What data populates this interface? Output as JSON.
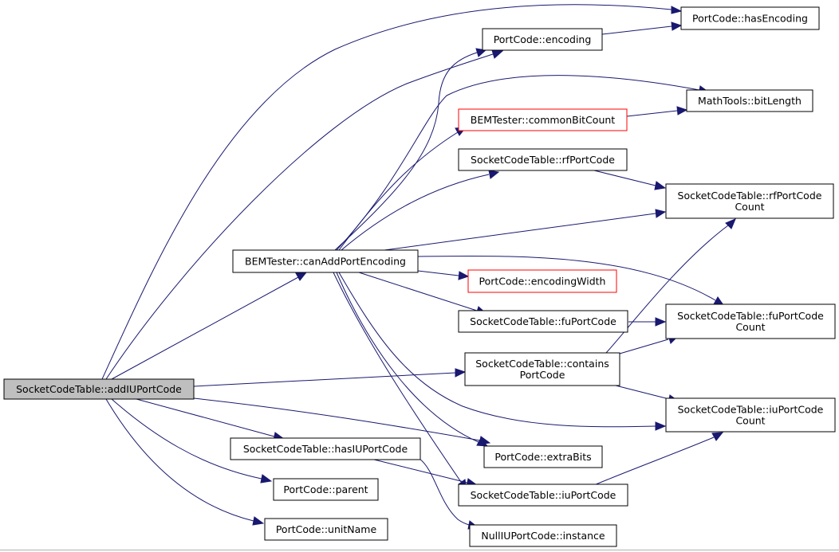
{
  "colors": {
    "edge": "#191970",
    "root_fill": "#bfbfbf",
    "node_border": "#000000",
    "highlight_border": "#ff0000",
    "background": "#ffffff"
  },
  "nodes": {
    "add_iu": {
      "lines": [
        "SocketCodeTable::addIUPortCode"
      ]
    },
    "has_encoding": {
      "lines": [
        "PortCode::hasEncoding"
      ]
    },
    "encoding": {
      "lines": [
        "PortCode::encoding"
      ]
    },
    "bit_length": {
      "lines": [
        "MathTools::bitLength"
      ]
    },
    "common_bit_count": {
      "lines": [
        "BEMTester::commonBitCount"
      ]
    },
    "rf_port_code": {
      "lines": [
        "SocketCodeTable::rfPortCode"
      ]
    },
    "rf_port_code_count": {
      "lines": [
        "SocketCodeTable::rfPortCode",
        "Count"
      ]
    },
    "can_add": {
      "lines": [
        "BEMTester::canAddPortEncoding"
      ]
    },
    "encoding_width": {
      "lines": [
        "PortCode::encodingWidth"
      ]
    },
    "fu_port_code": {
      "lines": [
        "SocketCodeTable::fuPortCode"
      ]
    },
    "fu_port_code_count": {
      "lines": [
        "SocketCodeTable::fuPortCode",
        "Count"
      ]
    },
    "contains": {
      "lines": [
        "SocketCodeTable::contains",
        "PortCode"
      ]
    },
    "iu_port_code_count": {
      "lines": [
        "SocketCodeTable::iuPortCode",
        "Count"
      ]
    },
    "has_iu": {
      "lines": [
        "SocketCodeTable::hasIUPortCode"
      ]
    },
    "extra_bits": {
      "lines": [
        "PortCode::extraBits"
      ]
    },
    "parent": {
      "lines": [
        "PortCode::parent"
      ]
    },
    "iu_port_code": {
      "lines": [
        "SocketCodeTable::iuPortCode"
      ]
    },
    "unit_name": {
      "lines": [
        "PortCode::unitName"
      ]
    },
    "null_iu": {
      "lines": [
        "NullIUPortCode::instance"
      ]
    }
  }
}
